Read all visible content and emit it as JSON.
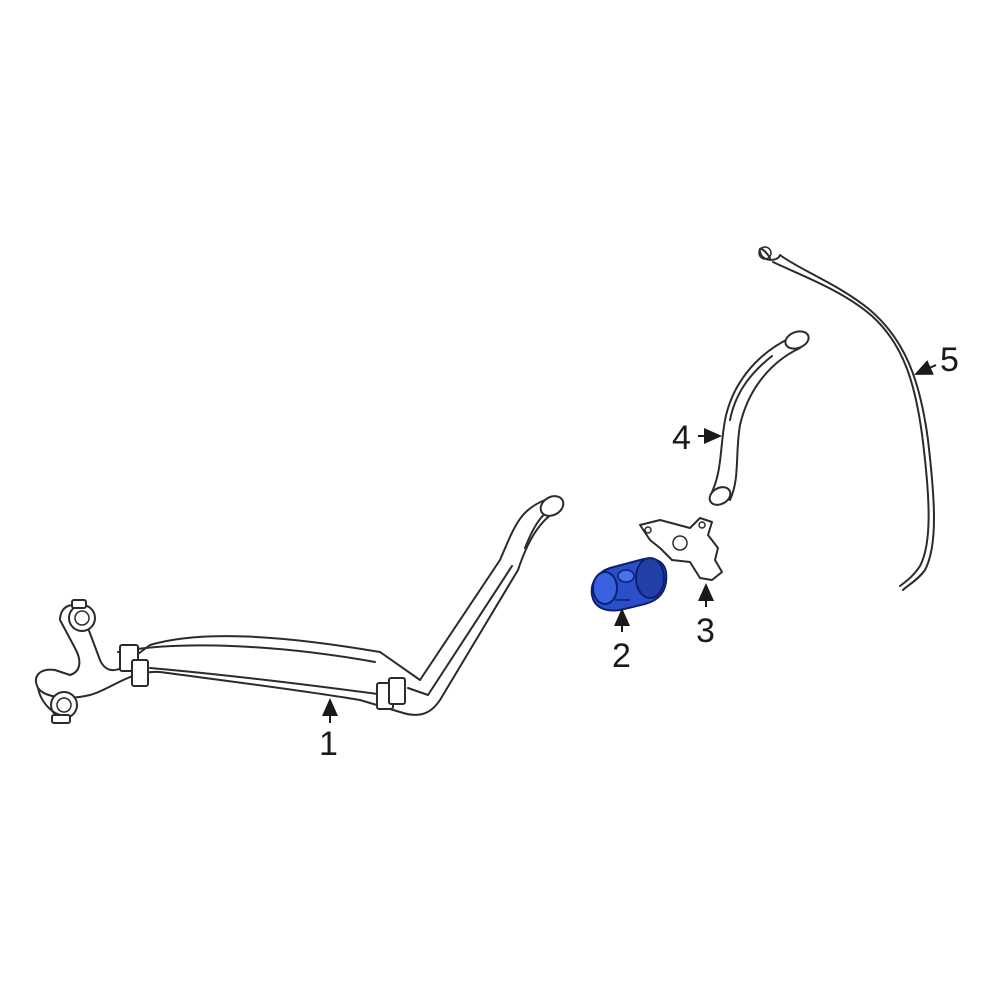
{
  "diagram": {
    "callouts": [
      {
        "number": "1",
        "part": "heater-hose-assembly"
      },
      {
        "number": "2",
        "part": "thermostat-housing"
      },
      {
        "number": "3",
        "part": "mounting-bracket"
      },
      {
        "number": "4",
        "part": "upper-hose"
      },
      {
        "number": "5",
        "part": "wire-harness"
      }
    ]
  },
  "colors": {
    "highlight_fill": "#2a4fc9",
    "highlight_stroke": "#0d1f73",
    "line": "#2b2b2b",
    "background": "#ffffff"
  }
}
